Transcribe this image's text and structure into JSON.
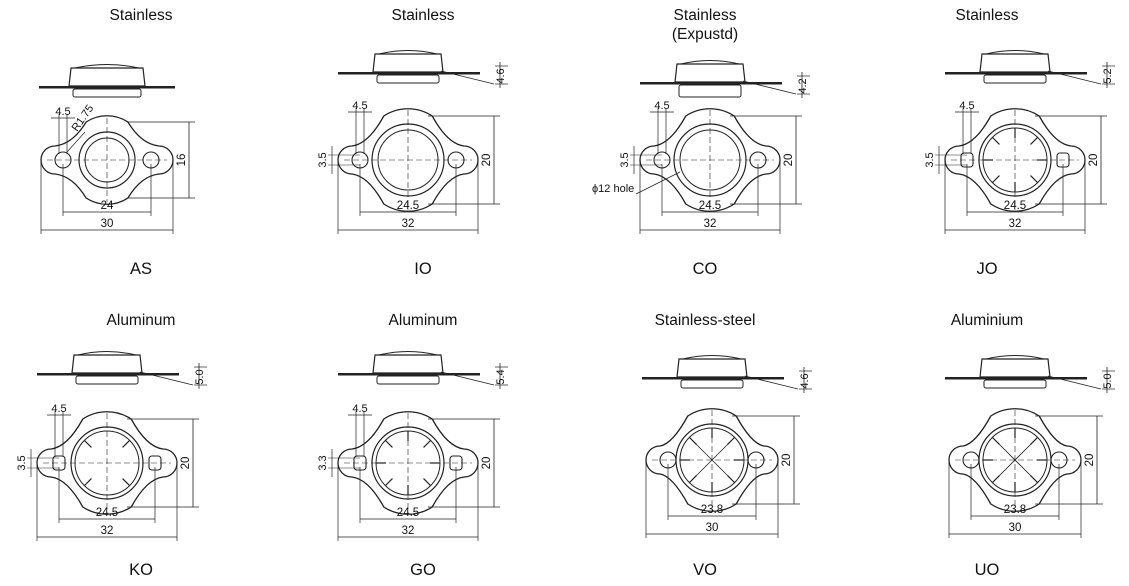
{
  "diagrams": [
    {
      "title": "Stainless",
      "subtitle": "",
      "code": "AS",
      "model": "AS",
      "hole_label": "4.5",
      "offset_label": "",
      "height_label": "16",
      "inner_width": "24",
      "outer_width": "30",
      "thick_label": "",
      "radius_label": "R1.75",
      "phi_label": ""
    },
    {
      "title": "Stainless",
      "subtitle": "",
      "code": "IO",
      "model": "IO",
      "hole_label": "4.5",
      "offset_label": "3.5",
      "height_label": "20",
      "inner_width": "24.5",
      "outer_width": "32",
      "thick_label": "4.6",
      "radius_label": "",
      "phi_label": ""
    },
    {
      "title": "Stainless",
      "subtitle": "(Expustd)",
      "code": "CO",
      "model": "CO",
      "hole_label": "4.5",
      "offset_label": "3.5",
      "height_label": "20",
      "inner_width": "24.5",
      "outer_width": "32",
      "thick_label": "4.2",
      "radius_label": "",
      "phi_label": "ϕ12 hole"
    },
    {
      "title": "Stainless",
      "subtitle": "",
      "code": "JO",
      "model": "JO",
      "hole_label": "4.5",
      "offset_label": "3.5",
      "height_label": "20",
      "inner_width": "24.5",
      "outer_width": "32",
      "thick_label": "5.2",
      "radius_label": "",
      "phi_label": ""
    },
    {
      "title": "Aluminum",
      "subtitle": "",
      "code": "KO",
      "model": "KO",
      "hole_label": "4.5",
      "offset_label": "3.5",
      "height_label": "20",
      "inner_width": "24.5",
      "outer_width": "32",
      "thick_label": "5.0",
      "radius_label": "",
      "phi_label": ""
    },
    {
      "title": "Aluminum",
      "subtitle": "",
      "code": "GO",
      "model": "GO",
      "hole_label": "4.5",
      "offset_label": "3.3",
      "height_label": "20",
      "inner_width": "24.5",
      "outer_width": "32",
      "thick_label": "5.4",
      "radius_label": "",
      "phi_label": ""
    },
    {
      "title": "Stainless-steel",
      "subtitle": "",
      "code": "VO",
      "model": "VO",
      "hole_label": "",
      "offset_label": "",
      "height_label": "20",
      "inner_width": "23.8",
      "outer_width": "30",
      "thick_label": "4.6",
      "radius_label": "",
      "phi_label": ""
    },
    {
      "title": "Aluminium",
      "subtitle": "",
      "code": "UO",
      "model": "UO",
      "hole_label": "",
      "offset_label": "",
      "height_label": "20",
      "inner_width": "23.8",
      "outer_width": "30",
      "thick_label": "5.0",
      "radius_label": "",
      "phi_label": ""
    }
  ]
}
